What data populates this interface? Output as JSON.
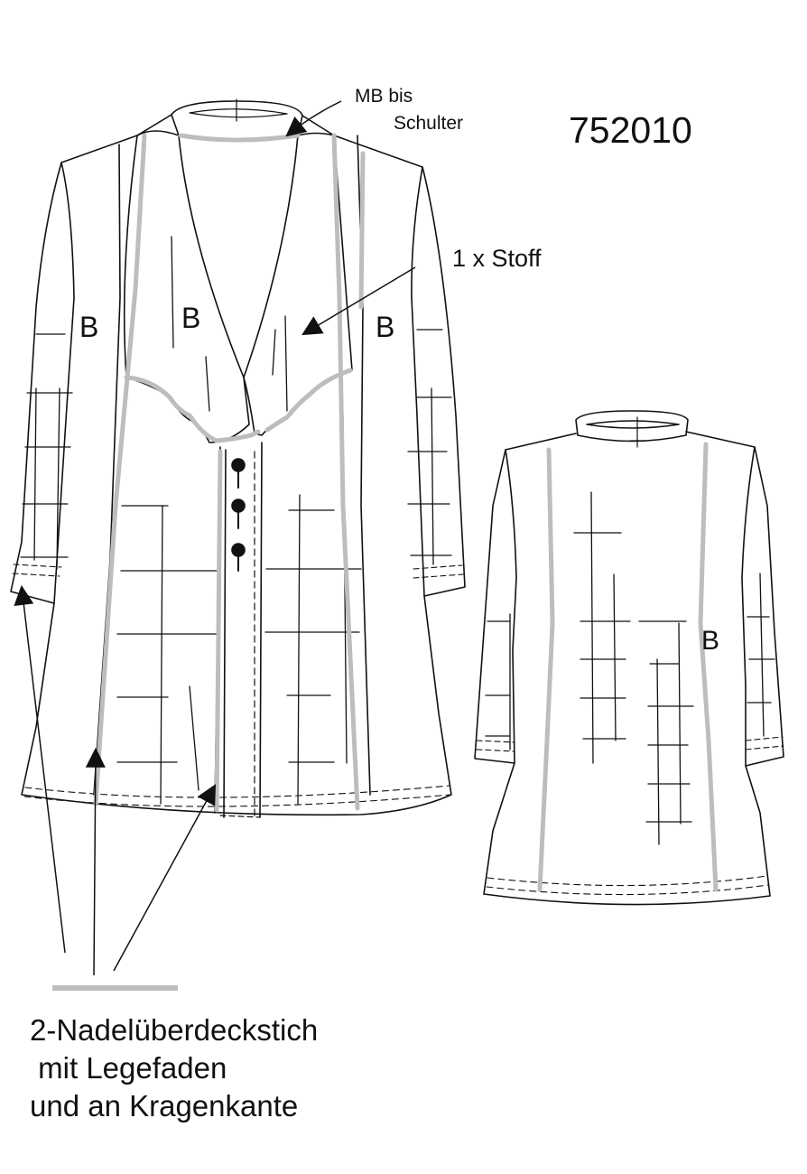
{
  "style_number": "752010",
  "callouts": {
    "neckband_line1": "MB bis",
    "neckband_line2": "Schulter",
    "collar_fabric": "1 x Stoff"
  },
  "panel_labels": {
    "front_left_sleeve": "B",
    "front_collar": "B",
    "front_right": "B",
    "back_right": "B"
  },
  "stitch_note": {
    "line1": "2-Nadelüberdeckstich",
    "line2": " mit Legefaden",
    "line3": "und an Kragenkante"
  },
  "colors": {
    "line": "#111111",
    "seam_highlight": "#bdbdbd"
  }
}
